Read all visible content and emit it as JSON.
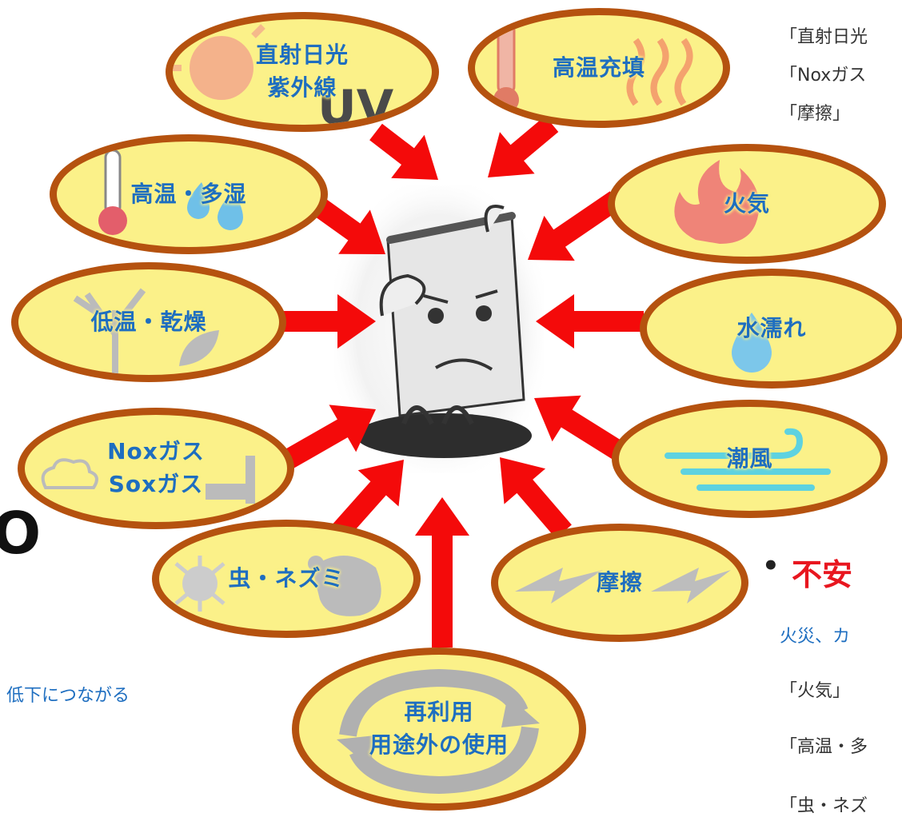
{
  "nodes": {
    "uv": {
      "line1": "直射日光",
      "line2": "紫外線",
      "icon": "sun-uv-icon"
    },
    "heat": {
      "line1": "高温充填",
      "icon": "thermometer-heat-icon"
    },
    "humid": {
      "line1": "高温・多湿",
      "icon": "thermometer-drop-icon"
    },
    "fire": {
      "line1": "火気",
      "icon": "flame-icon"
    },
    "cold": {
      "line1": "低温・乾燥",
      "icon": "bare-tree-leaf-icon"
    },
    "water": {
      "line1": "水濡れ",
      "icon": "water-drop-icon"
    },
    "gas": {
      "line1": "Noxガス",
      "line2": "Soxガス",
      "icon": "smoke-forklift-icon"
    },
    "sea": {
      "line1": "潮風",
      "icon": "wind-icon"
    },
    "pest": {
      "line1": "虫・ネズミ",
      "icon": "bug-mouse-icon"
    },
    "friction": {
      "line1": "摩擦",
      "icon": "lightning-icon"
    },
    "reuse": {
      "line1": "再利用",
      "line2": "用途外の使用",
      "icon": "recycle-arrows-icon"
    }
  },
  "right_top": [
    "「直射日光",
    "「Noxガス",
    "「摩擦」"
  ],
  "right_bottom": {
    "heading": "不安",
    "sub": "火災、カ",
    "items": [
      "「火気」",
      "「高温・多",
      "「虫・ネズ"
    ]
  },
  "left": {
    "partial": "低下につながる",
    "bigo": "O"
  },
  "colors": {
    "arrow": "#f40a0a",
    "ring": "#b5520f",
    "fill": "#fbf189",
    "label": "#1e6ec0",
    "heading": "#e8161f"
  }
}
